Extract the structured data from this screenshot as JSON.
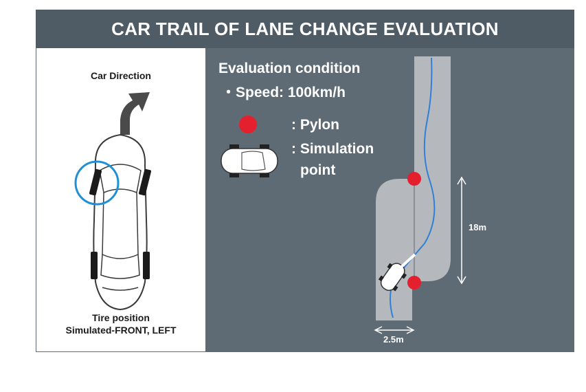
{
  "header": {
    "title": "CAR TRAIL OF LANE CHANGE EVALUATION"
  },
  "left_panel": {
    "car_direction_label": "Car Direction",
    "tire_position_line1": "Tire position",
    "tire_position_line2": "Simulated-FRONT, LEFT"
  },
  "conditions": {
    "heading": "Evaluation condition",
    "speed": "・Speed: 100km/h",
    "pylon_label": ": Pylon",
    "simulation_label_line1": ": Simulation",
    "simulation_label_line2": "point"
  },
  "dimensions": {
    "length": "18m",
    "width": "2.5m"
  },
  "colors": {
    "header_bg": "#4f5c66",
    "panel_bg": "#5e6b75",
    "track": "#b5b9bd",
    "pylon": "#e5202e",
    "trail": "#2f7fd8",
    "highlight_circle": "#1f8fd6"
  }
}
